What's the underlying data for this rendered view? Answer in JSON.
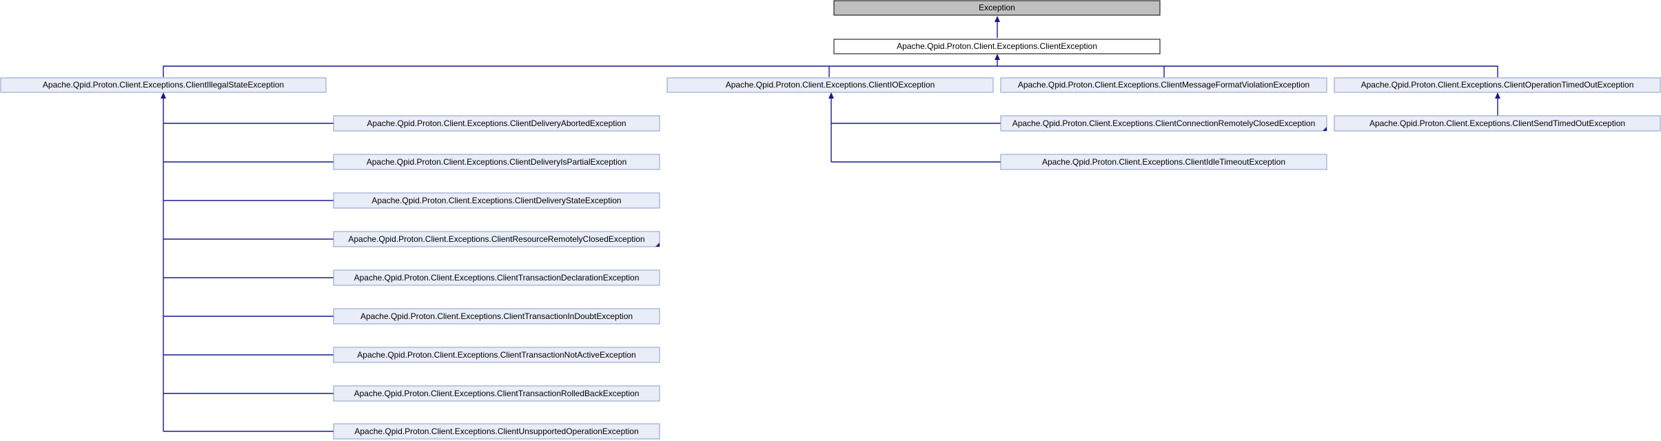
{
  "colors": {
    "root_fill": "#bfbfbf",
    "current_fill": "#ffffff",
    "node_fill": "#e8edf7",
    "node_border": "#8a9cc7",
    "dark_border": "#000000",
    "edge": "#1a1a8c"
  },
  "nodes": {
    "exception": "Exception",
    "client_exception": "Apache.Qpid.Proton.Client.Exceptions.ClientException",
    "illegal_state": "Apache.Qpid.Proton.Client.Exceptions.ClientIllegalStateException",
    "io": "Apache.Qpid.Proton.Client.Exceptions.ClientIOException",
    "message_format": "Apache.Qpid.Proton.Client.Exceptions.ClientMessageFormatViolationException",
    "operation_timed_out": "Apache.Qpid.Proton.Client.Exceptions.ClientOperationTimedOutException",
    "delivery_aborted": "Apache.Qpid.Proton.Client.Exceptions.ClientDeliveryAbortedException",
    "delivery_partial": "Apache.Qpid.Proton.Client.Exceptions.ClientDeliveryIsPartialException",
    "delivery_state": "Apache.Qpid.Proton.Client.Exceptions.ClientDeliveryStateException",
    "resource_closed": "Apache.Qpid.Proton.Client.Exceptions.ClientResourceRemotelyClosedException",
    "tx_declaration": "Apache.Qpid.Proton.Client.Exceptions.ClientTransactionDeclarationException",
    "tx_in_doubt": "Apache.Qpid.Proton.Client.Exceptions.ClientTransactionInDoubtException",
    "tx_not_active": "Apache.Qpid.Proton.Client.Exceptions.ClientTransactionNotActiveException",
    "tx_rolled_back": "Apache.Qpid.Proton.Client.Exceptions.ClientTransactionRolledBackException",
    "unsupported_op": "Apache.Qpid.Proton.Client.Exceptions.ClientUnsupportedOperationException",
    "connection_closed": "Apache.Qpid.Proton.Client.Exceptions.ClientConnectionRemotelyClosedException",
    "idle_timeout": "Apache.Qpid.Proton.Client.Exceptions.ClientIdleTimeoutException",
    "send_timed_out": "Apache.Qpid.Proton.Client.Exceptions.ClientSendTimedOutException"
  }
}
